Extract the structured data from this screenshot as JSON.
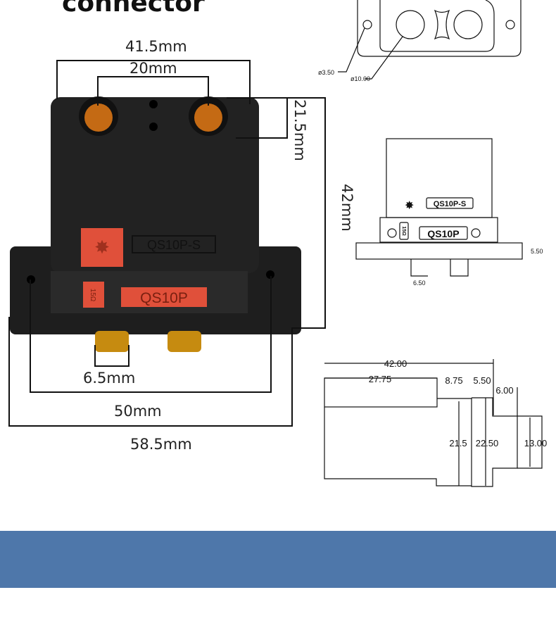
{
  "title": "connector",
  "photo": {
    "upper_label": "QS10P-S",
    "lower_label": "QS10P",
    "resistor_label": "15Ω",
    "accent_color": "#e0503a",
    "body_color": "#1c1c1c"
  },
  "photo_dimensions": {
    "width_top": "41.5mm",
    "pin_spacing": "20mm",
    "top_height": "21.5mm",
    "total_height": "42mm",
    "pin_width": "6.5mm",
    "hole_spacing": "50mm",
    "flange_width": "58.5mm"
  },
  "top_view": {
    "hole_dia": "ø3.50",
    "pin_dia": "ø10.00"
  },
  "front_view": {
    "upper_label": "QS10P-S",
    "lower_label": "QS10P",
    "resistor_label": "15Ω",
    "flange_thickness": "5.50",
    "pin_width": "6.50"
  },
  "side_view": {
    "total": "42.00",
    "body": "27.75",
    "step": "8.75",
    "flange": "5.50",
    "pin": "6.00",
    "h1": "21.5",
    "h2": "22.50",
    "h3": "13.00"
  },
  "band_color": "#4e77aa"
}
